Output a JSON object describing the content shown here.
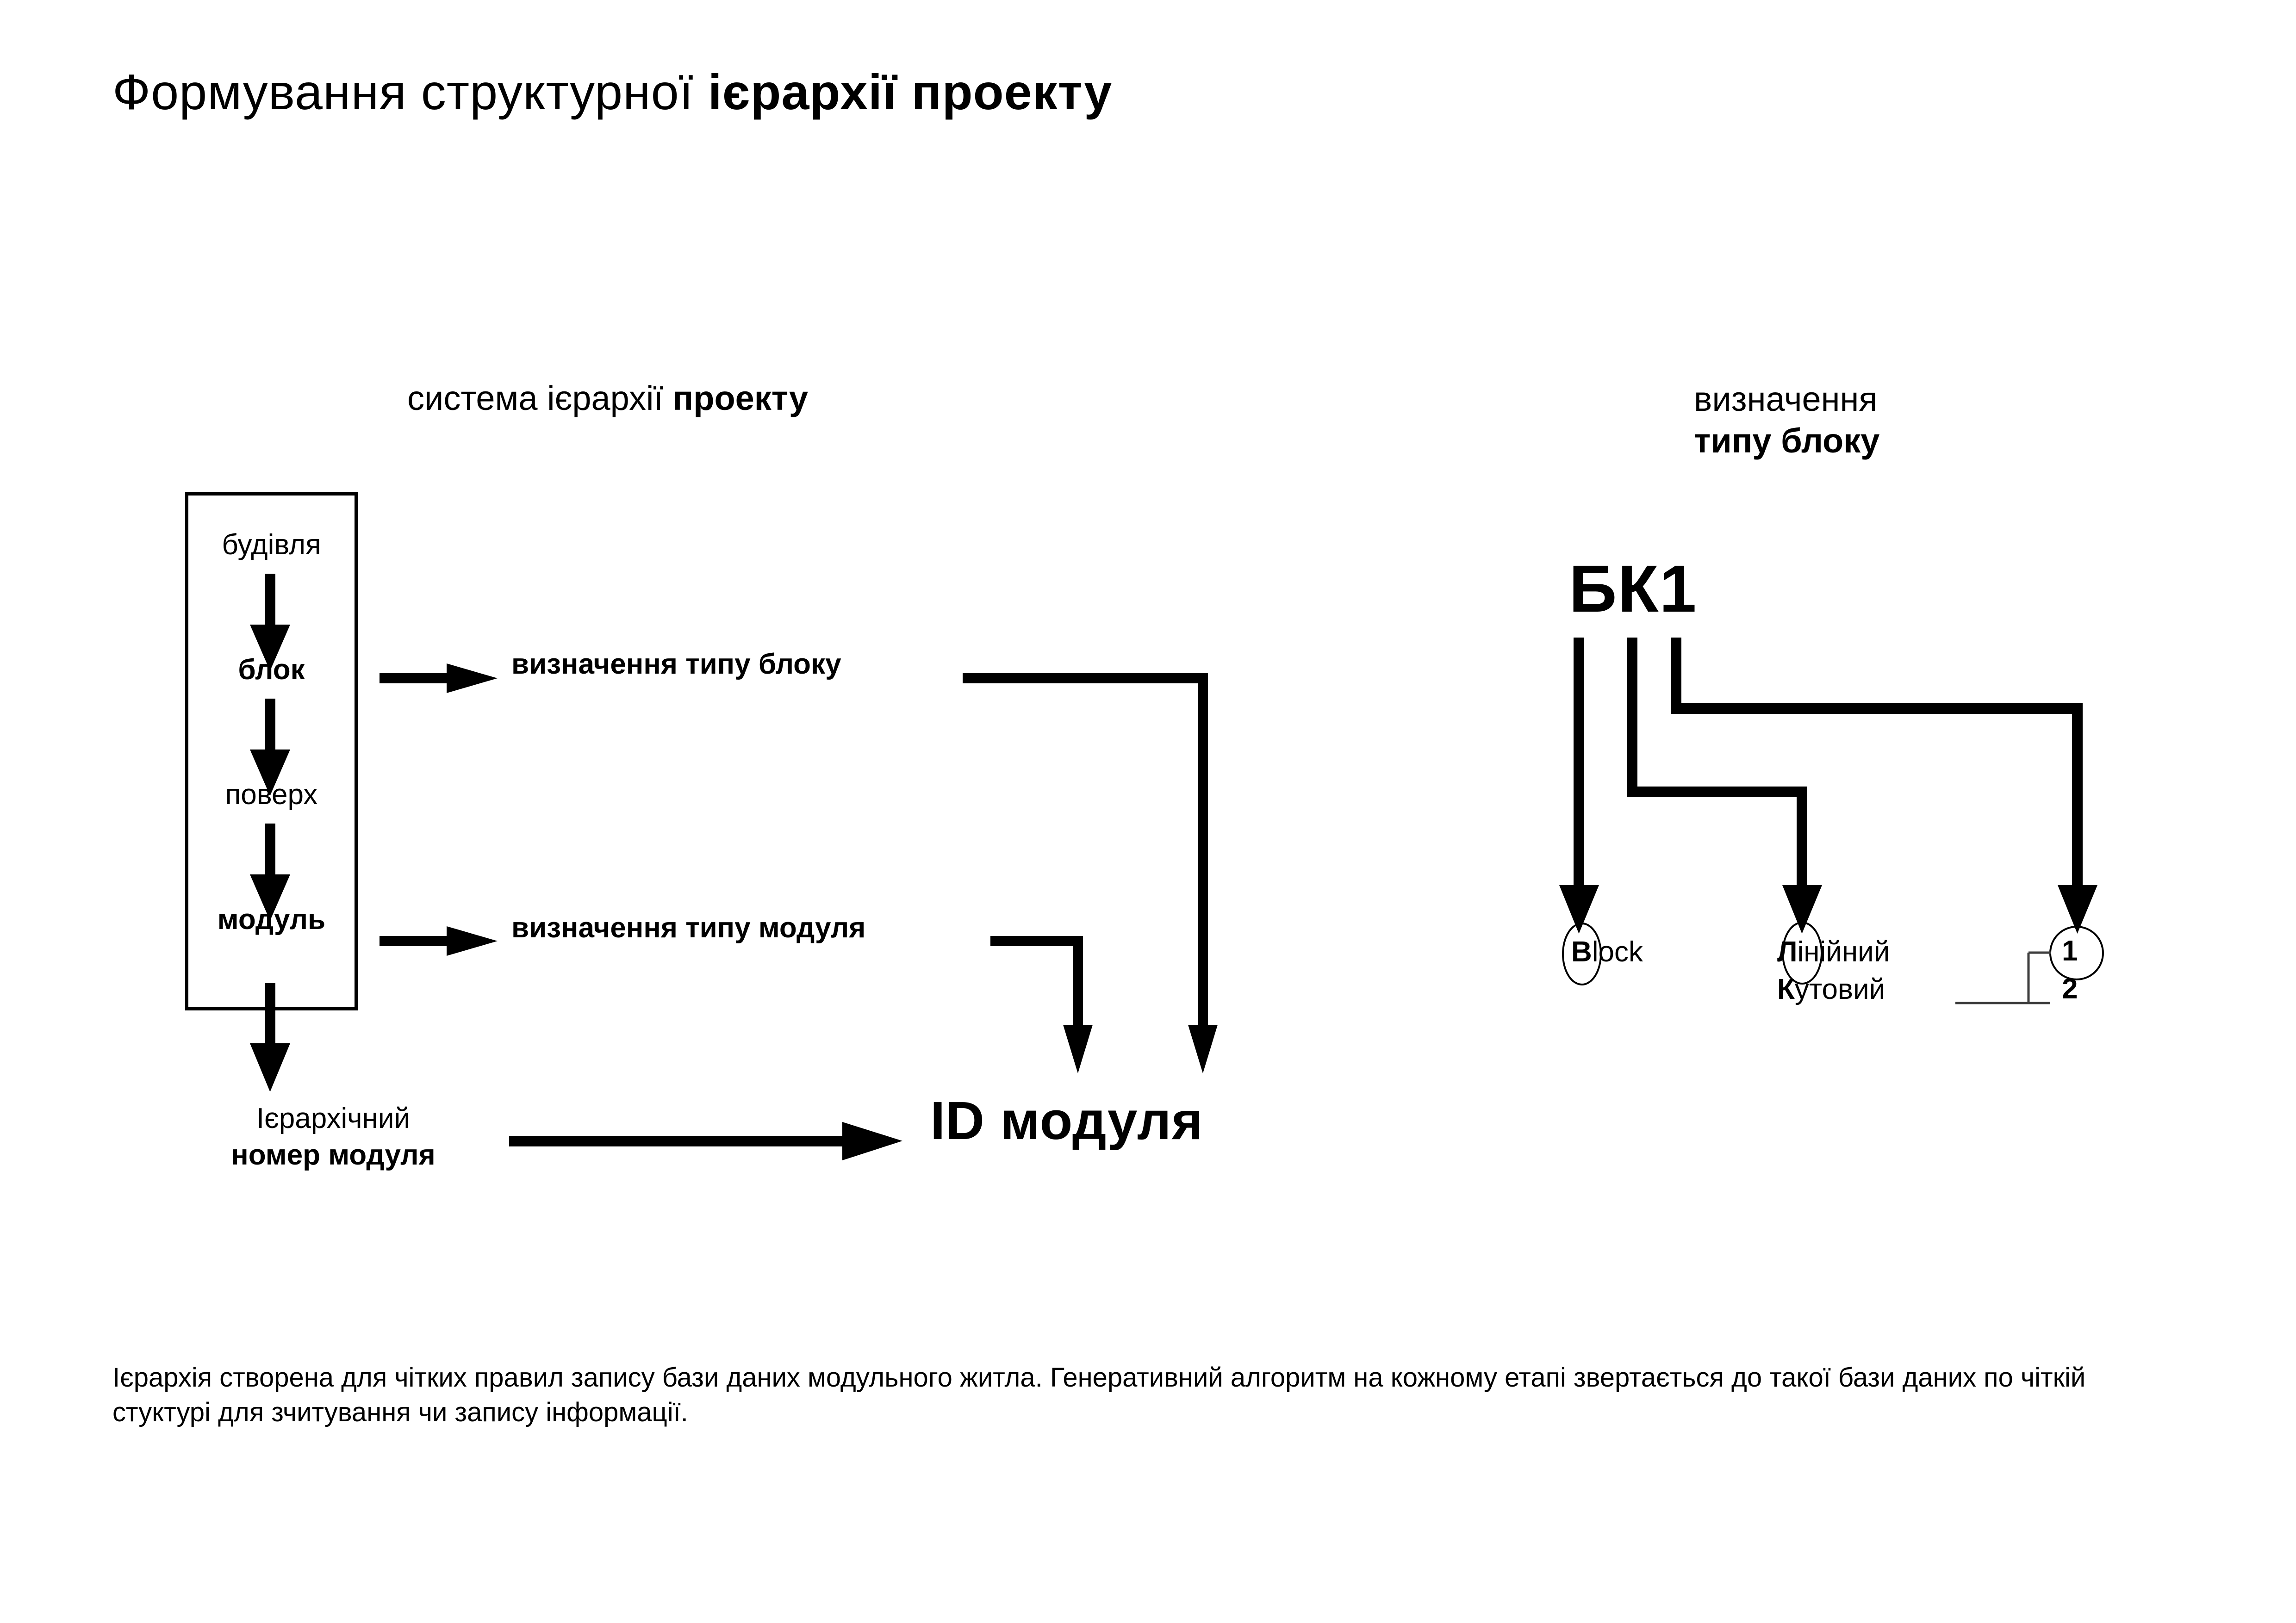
{
  "page": {
    "title_regular": "Формування структурної ",
    "title_bold": "ієрархії проекту"
  },
  "hierarchy_panel": {
    "heading_regular": "система ієрархії ",
    "heading_bold": "проекту",
    "chain": [
      {
        "label": "будівля",
        "bold": false
      },
      {
        "label": "блок",
        "bold": true
      },
      {
        "label": "поверх",
        "bold": false
      },
      {
        "label": "модуль",
        "bold": true
      }
    ],
    "side_labels": {
      "block_type": "визначення типу блоку",
      "module_type": "визначення типу модуля"
    },
    "hier_number_line1": "Ієрархічний",
    "hier_number_line2": "номер модуля",
    "result": "ID модуля"
  },
  "blocktype_panel": {
    "heading_regular": "визначення",
    "heading_bold": "типу блоку",
    "code": "БК1",
    "legend": {
      "block_initial": "B",
      "block_rest": "lock",
      "linear_initial": "Л",
      "linear_rest": "інійний",
      "corner_initial": "К",
      "corner_rest": "утовий",
      "number_one": "1",
      "number_two": "2"
    }
  },
  "caption": {
    "text": "Ієрархія створена для чітких правил запису бази даних модульного житла. Генеративний алгоритм на кожному етапі звертається до такої бази даних по чіткій стуктурі для зчитування чи запису інформації."
  },
  "colors": {
    "ink": "#000000",
    "background": "#ffffff",
    "thin_rule": "#6f6f6f"
  }
}
